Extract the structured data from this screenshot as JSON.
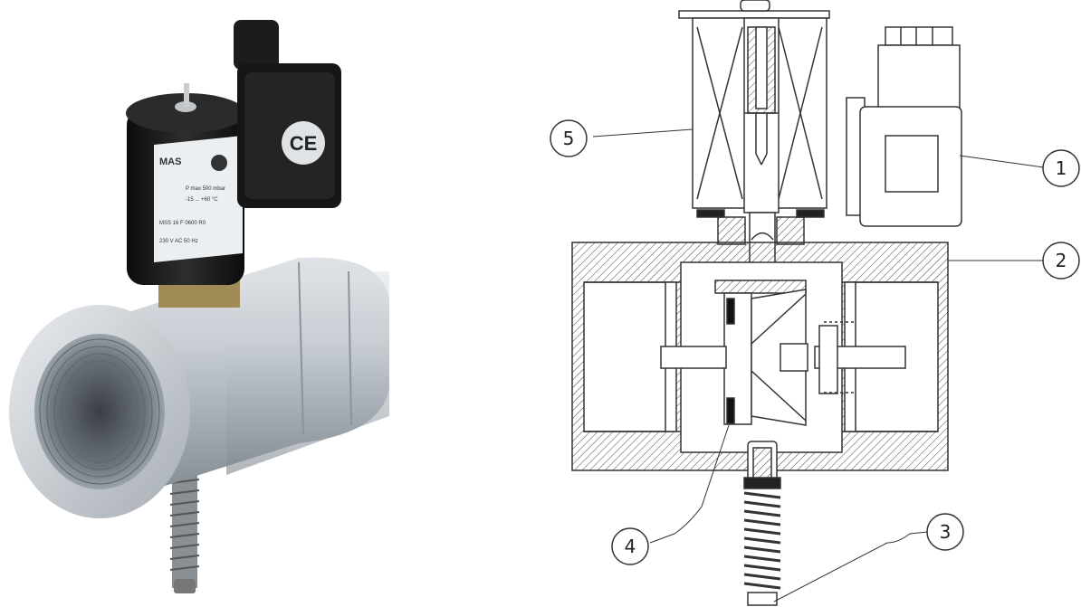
{
  "photo": {
    "label_brand": "MAS",
    "label_lines": [
      "P max 500 mbar",
      "-15 ... +60 °C",
      "MSS 16 F 0600 R0",
      "230 V AC  50 Hz"
    ],
    "ce_mark": "CE",
    "icon": "solenoid-valve-photo"
  },
  "callouts": [
    {
      "id": "1",
      "label": "1"
    },
    {
      "id": "2",
      "label": "2"
    },
    {
      "id": "3",
      "label": "3"
    },
    {
      "id": "4",
      "label": "4"
    },
    {
      "id": "5",
      "label": "5"
    }
  ],
  "colors": {
    "coil_body": "#1a1a1a",
    "valve_body": "#b9c0c7",
    "line": "#333333"
  }
}
